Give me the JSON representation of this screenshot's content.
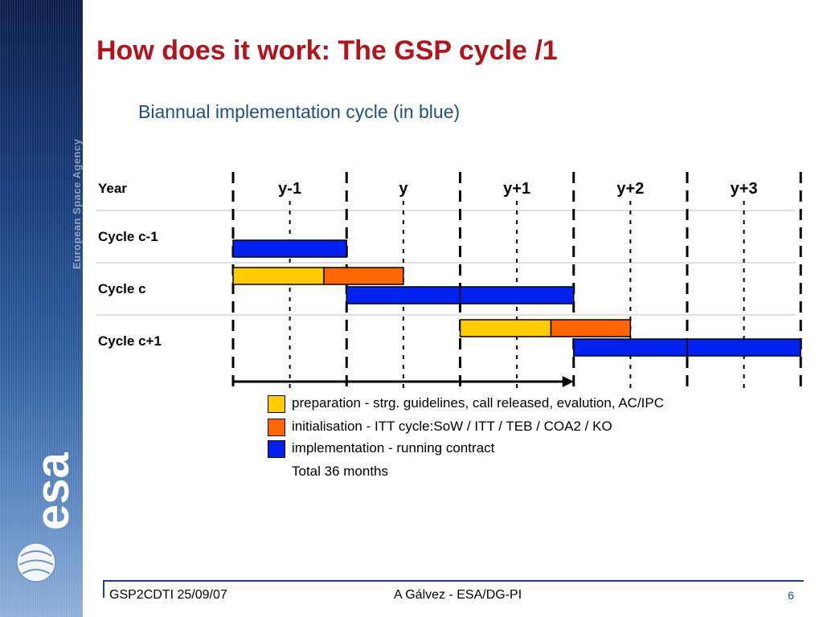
{
  "title": "How does it work: The GSP cycle /1",
  "subtitle": "Biannual implementation cycle (in blue)",
  "sidebar": {
    "agency_text": "European Space Agency",
    "logo_text": "esa"
  },
  "diagram": {
    "header_label": "Year",
    "years": [
      "y-1",
      "y",
      "y+1",
      "y+2",
      "y+3"
    ],
    "rows": [
      "Cycle c-1",
      "Cycle c",
      "Cycle c+1"
    ],
    "colors": {
      "preparation": "#ffcc00",
      "initialisation": "#ff6600",
      "implementation": "#0022ee"
    },
    "bars": [
      {
        "row": "Cycle c-1",
        "phase": "implementation",
        "start_year": -1,
        "end_year": 0
      },
      {
        "row": "Cycle c",
        "phase": "preparation",
        "start_year": -1,
        "end_year": -0.2
      },
      {
        "row": "Cycle c",
        "phase": "initialisation",
        "start_year": -0.2,
        "end_year": 0.5
      },
      {
        "row": "Cycle c",
        "phase": "implementation",
        "start_year": 0,
        "end_year": 1
      },
      {
        "row": "Cycle c",
        "phase": "implementation",
        "start_year": 1,
        "end_year": 2
      },
      {
        "row": "Cycle c+1",
        "phase": "preparation",
        "start_year": 1,
        "end_year": 1.8
      },
      {
        "row": "Cycle c+1",
        "phase": "initialisation",
        "start_year": 1.8,
        "end_year": 2.5
      },
      {
        "row": "Cycle c+1",
        "phase": "implementation",
        "start_year": 2,
        "end_year": 3
      },
      {
        "row": "Cycle c+1",
        "phase": "implementation",
        "start_year": 3,
        "end_year": 4
      }
    ],
    "total_span": {
      "start_year": -1,
      "end_year": 2
    }
  },
  "legend": [
    {
      "phase": "preparation",
      "label": "preparation - strg. guidelines, call released, evalution, AC/IPC"
    },
    {
      "phase": "initialisation",
      "label": "initialisation - ITT cycle:SoW / ITT / TEB / COA2 / KO"
    },
    {
      "phase": "implementation",
      "label": "implementation - running contract"
    }
  ],
  "total_text": "Total 36 months",
  "footer": {
    "left": "GSP2CDTI 25/09/07",
    "center": "A Gálvez - ESA/DG-PI",
    "page_number": "6"
  }
}
